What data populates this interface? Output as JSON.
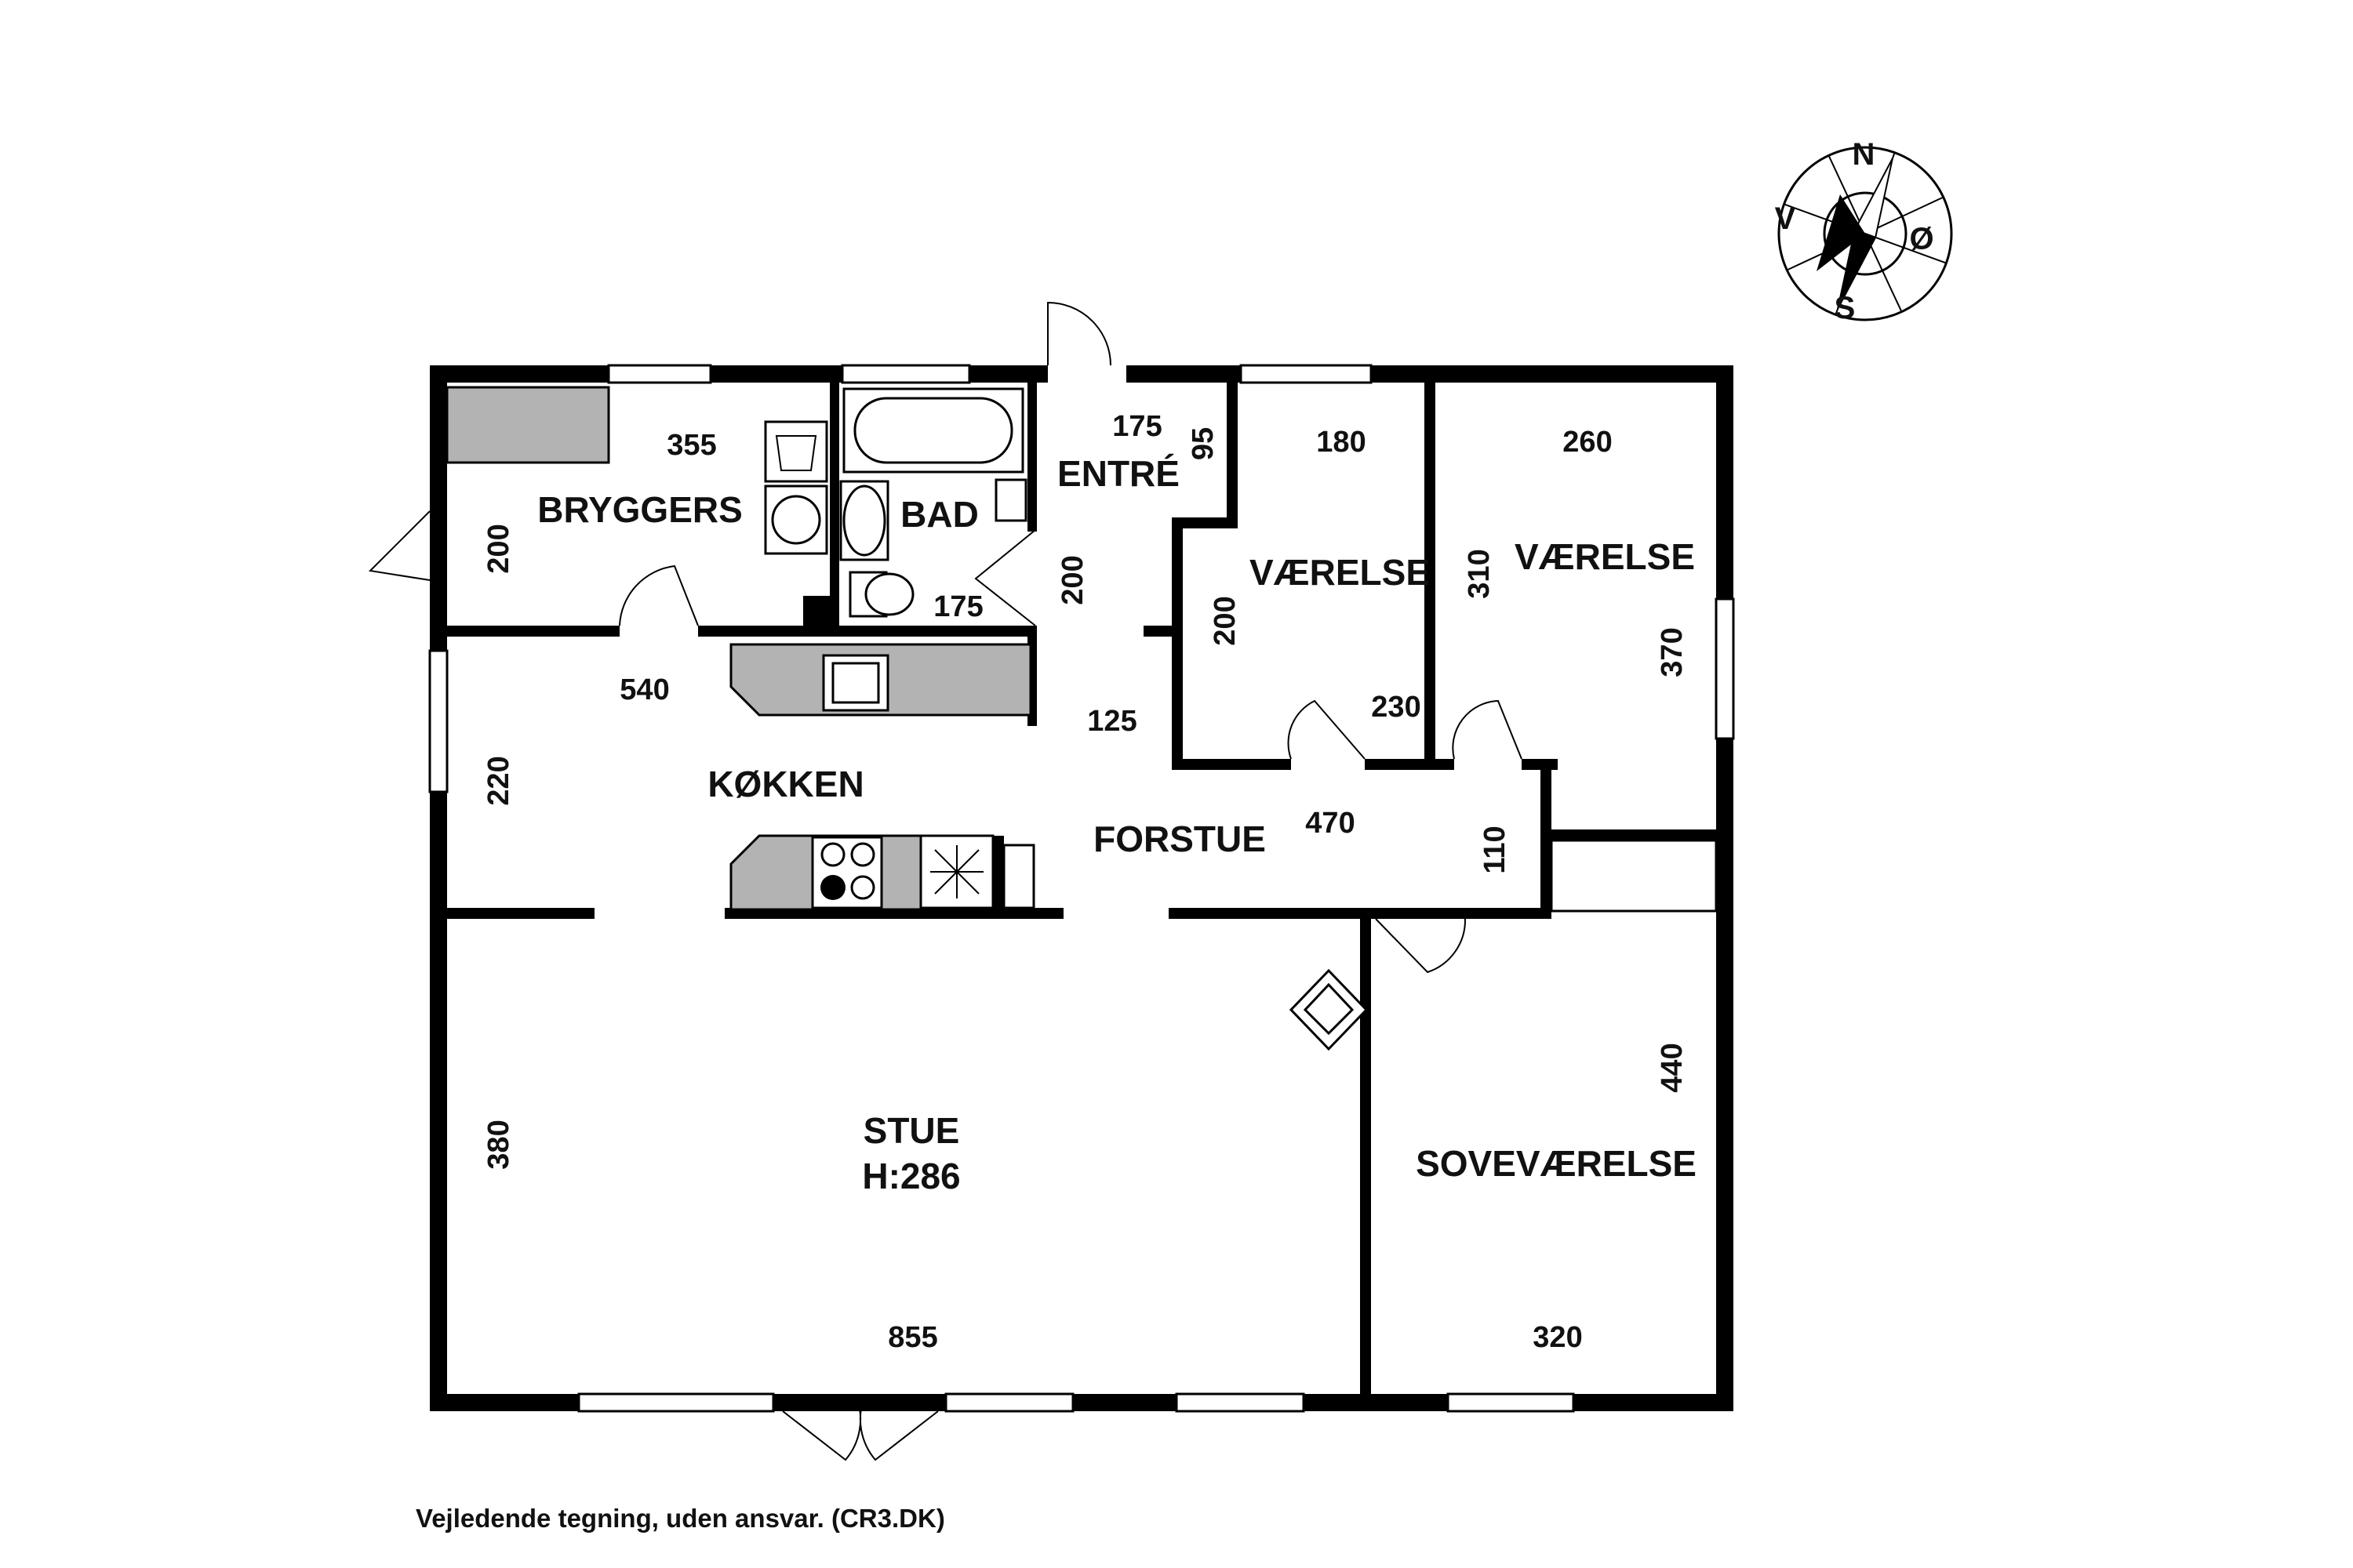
{
  "rooms": {
    "bryggers": "BRYGGERS",
    "bad": "BAD",
    "entre": "ENTRÉ",
    "vaerelse_1": "VÆRELSE",
    "vaerelse_2": "VÆRELSE",
    "koekken": "KØKKEN",
    "forstue": "FORSTUE",
    "stue": "STUE",
    "stue_height": "H:286",
    "sovevaerelse": "SOVEVÆRELSE"
  },
  "dimensions": {
    "bryggers_width": "355",
    "bryggers_depth": "200",
    "bad_width": "175",
    "entre_width": "175",
    "entre_depth": "95",
    "entre_hall_length": "200",
    "vaerelse_1_top": "180",
    "vaerelse_1_depth": "200",
    "vaerelse_1_bottom": "230",
    "vaerelse_2_top": "260",
    "vaerelse_2_depth_left": "310",
    "vaerelse_2_depth_right": "370",
    "koekken_width": "540",
    "koekken_depth": "220",
    "passage_width": "125",
    "forstue_width": "470",
    "forstue_depth": "110",
    "stue_depth": "380",
    "stue_width": "855",
    "sovevaerelse_depth": "440",
    "sovevaerelse_width": "320"
  },
  "compass": {
    "north": "N",
    "east": "Ø",
    "south": "S",
    "west": "V",
    "rotation_deg": 20
  },
  "caption": "Vejledende tegning, uden ansvar. (CR3.DK)",
  "colors": {
    "wall": "#000000",
    "counter": "#b3b3b3",
    "background": "#ffffff"
  }
}
